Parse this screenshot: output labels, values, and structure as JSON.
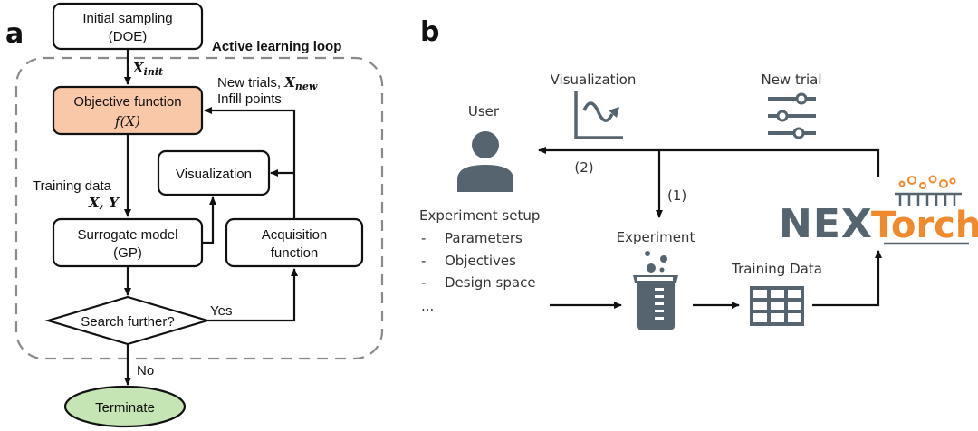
{
  "panel_a": {
    "label": "a",
    "loop_title": "Active learning loop",
    "initial_sampling": {
      "line1": "Initial sampling",
      "line2": "(DOE)"
    },
    "x_init": "X",
    "x_init_sub": "init",
    "new_trials_line1": "New trials, ",
    "x_new": "X",
    "x_new_sub": "new",
    "infill_points": "Infill points",
    "objective": {
      "line1": "Objective function",
      "line2": "f(X)"
    },
    "visualization": "Visualization",
    "training_data": {
      "line1": "Training data",
      "line2": "X, Y"
    },
    "surrogate": {
      "line1": "Surrogate model",
      "line2": "(GP)"
    },
    "acquisition": {
      "line1": "Acquisition",
      "line2": "function"
    },
    "decision": "Search further?",
    "yes": "Yes",
    "no": "No",
    "terminate": "Terminate",
    "colors": {
      "objective_fill": "#f9c8a8",
      "terminate_fill": "#c6e5b4",
      "loop_border": "#888888"
    }
  },
  "panel_b": {
    "label": "b",
    "user": "User",
    "visualization": "Visualization",
    "new_trial": "New trial",
    "step2": "(2)",
    "step1": "(1)",
    "setup_title": "Experiment setup",
    "setup_items": [
      "Parameters",
      "Objectives",
      "Design space"
    ],
    "setup_bullet": "-",
    "setup_more": "...",
    "experiment": "Experiment",
    "training_data": "Training Data",
    "logo": {
      "part1": "NEX",
      "part2": "Torch"
    },
    "colors": {
      "icon": "#55646e",
      "logo_gray": "#55646e",
      "logo_orange": "#f08a2c"
    }
  }
}
